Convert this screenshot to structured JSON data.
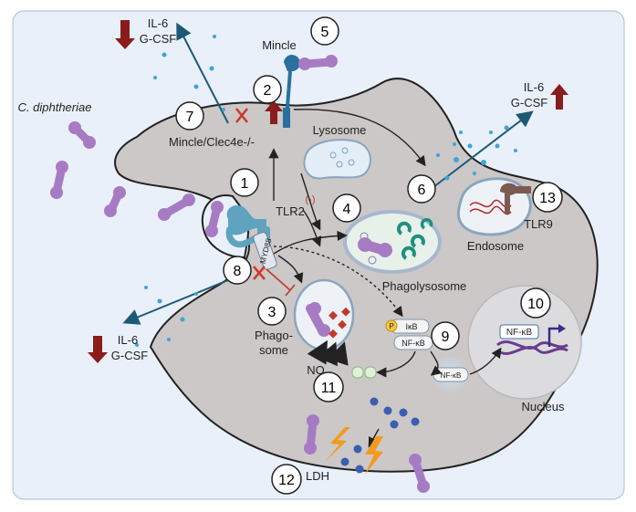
{
  "labels": {
    "bacteria": "C. diphtheriae",
    "mincle": "Mincle",
    "lysosome": "Lysosome",
    "tlr2": "TLR2",
    "myd88": "MYD88",
    "knockout": "Mincle/Clec4e-/-",
    "phagolysosome": "Phagolysosome",
    "phagosome_1": "Phago-",
    "phagosome_2": "some",
    "no": "NO",
    "endosome": "Endosome",
    "tlr9": "TLR9",
    "nucleus": "Nucleus",
    "nfkb_nucleus": "NF-κB",
    "nfkb_complex": "NF-κB",
    "ikb": "IκB",
    "p": "P",
    "nfkb_free": "NF-κB",
    "ldh": "LDH",
    "inhibition": "(-)"
  },
  "cytokines": {
    "top_left": [
      "IL-6",
      "G-CSF"
    ],
    "right": [
      "IL-6",
      "G-CSF"
    ],
    "bottom_left": [
      "IL-6",
      "G-CSF"
    ]
  },
  "markers": [
    "1",
    "2",
    "3",
    "4",
    "5",
    "6",
    "7",
    "8",
    "9",
    "10",
    "11",
    "12",
    "13"
  ],
  "colors": {
    "background": "#e9f0f9",
    "cell": "#cbc8c7",
    "arrow_teal": "#1d5a75",
    "down_arrow": "#8a1c1c",
    "bacterium": "#a77bc3",
    "red_x": "#d2372c",
    "nfkb_blue": "#5b84c4",
    "lightning": "#f29a1f"
  }
}
